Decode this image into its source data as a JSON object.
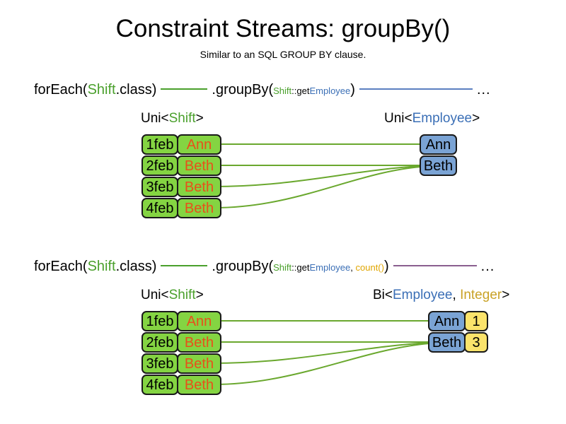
{
  "title": "Constraint Streams: groupBy()",
  "subtitle": "Similar to an SQL GROUP BY clause.",
  "colors": {
    "shift_green": "#4aa02c",
    "employee_blue": "#3b6fb6",
    "count_orange": "#e0a500",
    "integer_gold": "#c9a227",
    "box_green": "#84d442",
    "box_blue": "#7aa3d4",
    "box_yellow": "#fbe36b",
    "name_orange": "#e8501a",
    "link_green": "#6aa82e",
    "link_blue": "#5b7fc0",
    "link_purple": "#8a5f8f"
  },
  "sections": [
    {
      "id": "groupby-single",
      "code": {
        "for_each": "forEach(",
        "for_each_type": "Shift",
        "for_each_tail": ".class)",
        "group_by": ".groupBy(",
        "arg_class": "Shift",
        "arg_method": "::get",
        "arg_property": "Employee",
        "group_by_tail": ")",
        "ellipsis": "..."
      },
      "left_label": {
        "prefix": "Uni<",
        "type": "Shift",
        "suffix": ">"
      },
      "right_label": {
        "prefix": "Uni<",
        "type": "Employee",
        "suffix": ">"
      },
      "left_rows": [
        {
          "date": "1feb",
          "name": "Ann"
        },
        {
          "date": "2feb",
          "name": "Beth"
        },
        {
          "date": "3feb",
          "name": "Beth"
        },
        {
          "date": "4feb",
          "name": "Beth"
        }
      ],
      "right_rows": [
        {
          "employee": "Ann"
        },
        {
          "employee": "Beth"
        }
      ]
    },
    {
      "id": "groupby-count",
      "code": {
        "for_each": "forEach(",
        "for_each_type": "Shift",
        "for_each_tail": ".class)",
        "group_by": ".groupBy(",
        "arg_class": "Shift",
        "arg_method": "::get",
        "arg_property": "Employee",
        "arg_separator": ", ",
        "arg_collector": "count()",
        "group_by_tail": ")",
        "ellipsis": "..."
      },
      "left_label": {
        "prefix": "Uni<",
        "type": "Shift",
        "suffix": ">"
      },
      "right_label": {
        "prefix": "Bi<",
        "type": "Employee",
        "separator": ", ",
        "type2": "Integer",
        "suffix": ">"
      },
      "left_rows": [
        {
          "date": "1feb",
          "name": "Ann"
        },
        {
          "date": "2feb",
          "name": "Beth"
        },
        {
          "date": "3feb",
          "name": "Beth"
        },
        {
          "date": "4feb",
          "name": "Beth"
        }
      ],
      "right_rows": [
        {
          "employee": "Ann",
          "count": "1"
        },
        {
          "employee": "Beth",
          "count": "3"
        }
      ]
    }
  ]
}
